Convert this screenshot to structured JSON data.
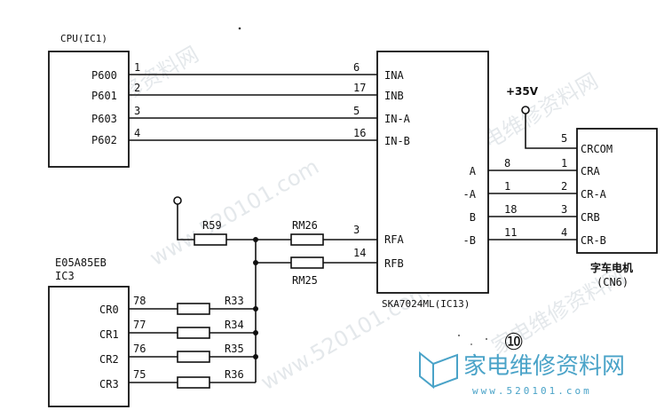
{
  "diagram": {
    "cpu": {
      "title": "CPU(IC1)",
      "pins": [
        {
          "name": "P600",
          "num": "1",
          "target_pin": "6",
          "target": "INA"
        },
        {
          "name": "P601",
          "num": "2",
          "target_pin": "17",
          "target": "INB"
        },
        {
          "name": "P603",
          "num": "3",
          "target_pin": "5",
          "target": "IN-A"
        },
        {
          "name": "P602",
          "num": "4",
          "target_pin": "16",
          "target": "IN-B"
        }
      ]
    },
    "driver": {
      "title": "SKA7024ML(IC13)",
      "ref_inputs": [
        {
          "name": "RFA",
          "pin": "3"
        },
        {
          "name": "RFB",
          "pin": "14"
        }
      ],
      "outputs": [
        {
          "name": "A",
          "pin": "8",
          "cn_pin": "1",
          "cn_label": "CRA"
        },
        {
          "name": "-A",
          "pin": "1",
          "cn_pin": "2",
          "cn_label": "CR-A"
        },
        {
          "name": "B",
          "pin": "18",
          "cn_pin": "3",
          "cn_label": "CRB"
        },
        {
          "name": "-B",
          "pin": "11",
          "cn_pin": "4",
          "cn_label": "CR-B"
        }
      ]
    },
    "supply": {
      "label": "+35V",
      "cn_pin": "5",
      "cn_label": "CRCOM"
    },
    "connector": {
      "title": "字车电机",
      "subtitle": "(CN6)"
    },
    "gate_array": {
      "title": "E05A85EB",
      "subtitle": "IC3",
      "pins": [
        {
          "name": "CR0",
          "num": "78",
          "resistor": "R33"
        },
        {
          "name": "CR1",
          "num": "77",
          "resistor": "R34"
        },
        {
          "name": "CR2",
          "num": "76",
          "resistor": "R35"
        },
        {
          "name": "CR3",
          "num": "75",
          "resistor": "R36"
        }
      ]
    },
    "resistors": {
      "r59": "R59",
      "rm26": "RM26",
      "rm25": "RM25"
    },
    "figure_number": "⑩"
  },
  "watermark": {
    "logo_text": "家电维修资料网",
    "logo_url": "www.520101.com",
    "tile_text": "家电维修资料网",
    "tile_url": "www.520101.com"
  }
}
